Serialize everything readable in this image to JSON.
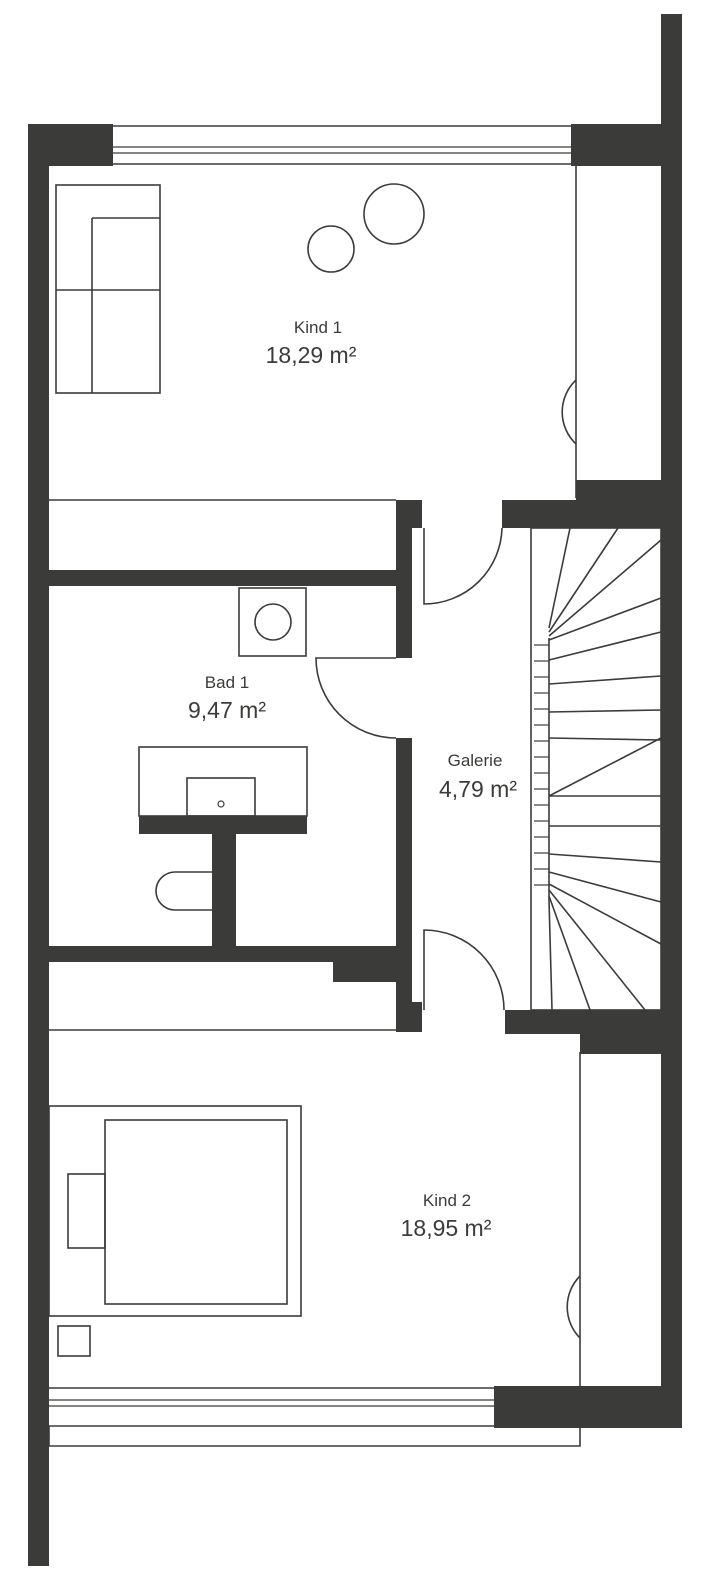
{
  "rooms": [
    {
      "id": "kind1",
      "name": "Kind 1",
      "area": "18,29 m²"
    },
    {
      "id": "bad1",
      "name": "Bad 1",
      "area": "9,47 m²"
    },
    {
      "id": "galerie",
      "name": "Galerie",
      "area": "4,79 m²"
    },
    {
      "id": "kind2",
      "name": "Kind 2",
      "area": "18,95 m²"
    }
  ],
  "colors": {
    "wall": "#3b3b39",
    "background": "#ffffff"
  }
}
